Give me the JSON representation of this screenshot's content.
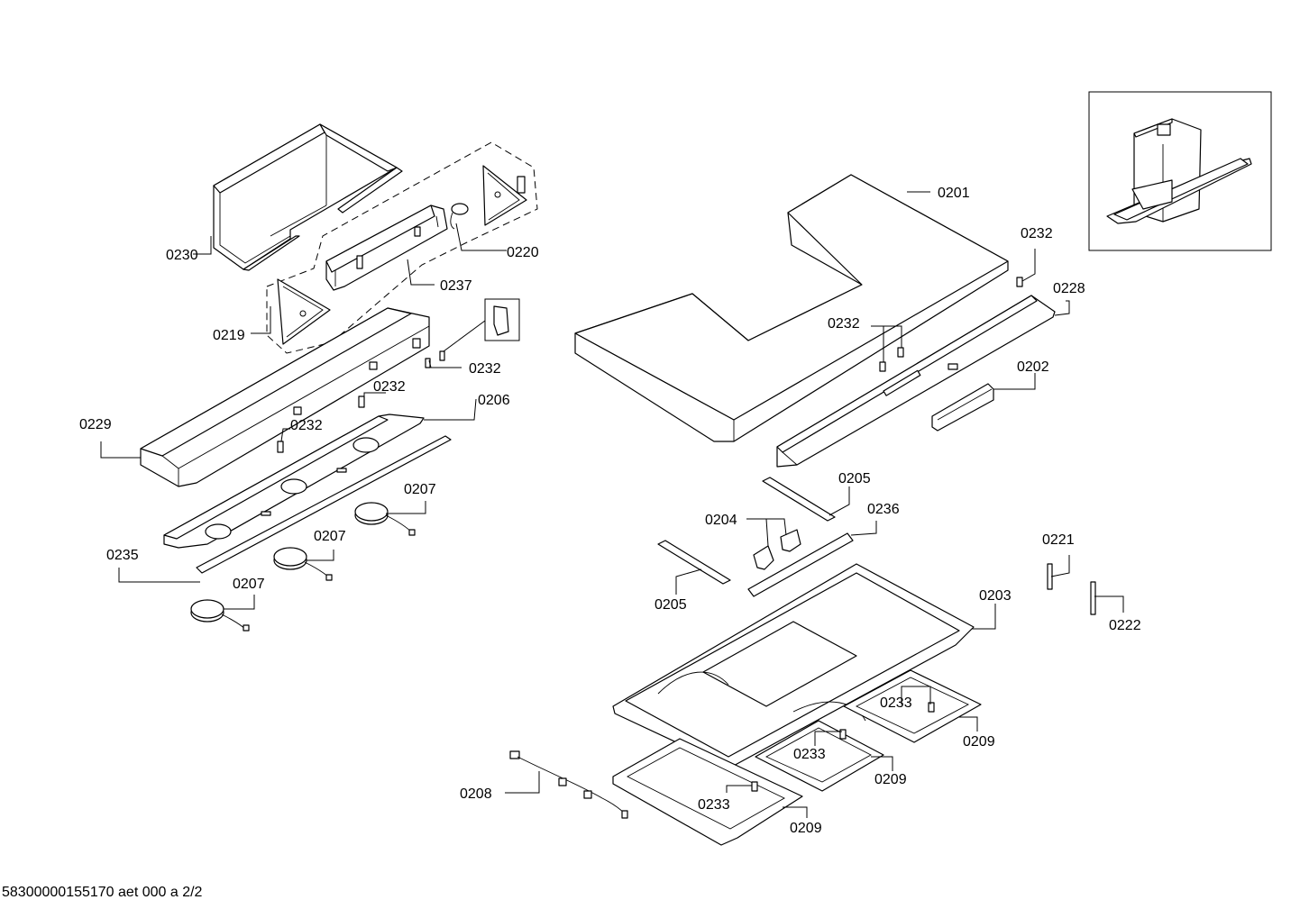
{
  "drawing_number": "58300000155170 aet 000 a 2/2",
  "part_labels": {
    "p0201": "0201",
    "p0202": "0202",
    "p0203": "0203",
    "p0204": "0204",
    "p0205": "0205",
    "p0206": "0206",
    "p0207": "0207",
    "p0208": "0208",
    "p0209": "0209",
    "p0219": "0219",
    "p0220": "0220",
    "p0221": "0221",
    "p0222": "0222",
    "p0228": "0228",
    "p0229": "0229",
    "p0230": "0230",
    "p0232": "0232",
    "p0233": "0233",
    "p0235": "0235",
    "p0236": "0236",
    "p0237": "0237"
  }
}
